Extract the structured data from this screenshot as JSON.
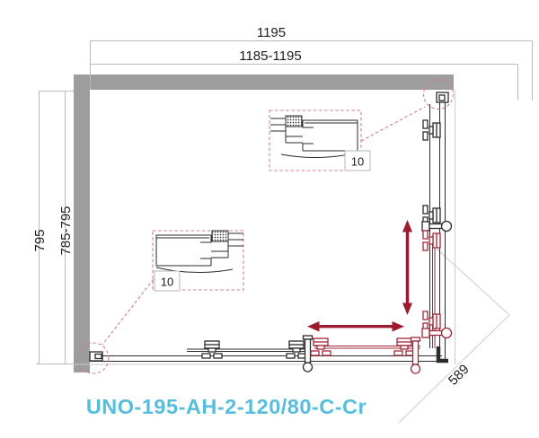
{
  "product": {
    "model": "UNO-195-AH-2-120/80-C-Cr"
  },
  "dimensions": {
    "top_outer": "1195",
    "top_inner": "1185-1195",
    "left_outer": "795",
    "left_inner": "785-795",
    "diagonal": "589"
  },
  "details": {
    "top_label": "10",
    "bottom_label": "10"
  },
  "colors": {
    "title": "#56bedc",
    "wall": "#9d9d9d",
    "ink": "#2b2b2b",
    "door": "#a32638",
    "arrow": "#9c1b2e",
    "callout": "#cf7f8a",
    "dimline": "#bcbcbc",
    "outline": "#cccccc",
    "dimtext": "#1c1c1c"
  }
}
